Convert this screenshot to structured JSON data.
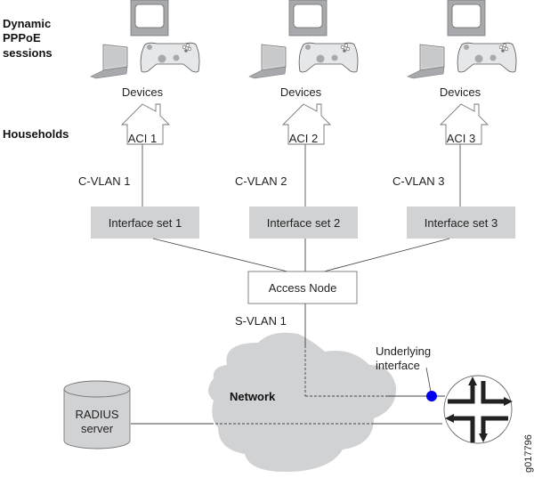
{
  "row_labels": {
    "sessions_line1": "Dynamic",
    "sessions_line2": "PPPoE",
    "sessions_line3": "sessions",
    "households": "Households"
  },
  "households": [
    {
      "devices_label": "Devices",
      "aci_label": "ACI 1",
      "cvlan_label": "C-VLAN 1",
      "interface_set_label": "Interface set 1"
    },
    {
      "devices_label": "Devices",
      "aci_label": "ACI 2",
      "cvlan_label": "C-VLAN 2",
      "interface_set_label": "Interface set 2"
    },
    {
      "devices_label": "Devices",
      "aci_label": "ACI 3",
      "cvlan_label": "C-VLAN 3",
      "interface_set_label": "Interface set 3"
    }
  ],
  "access_node": {
    "label": "Access Node",
    "svlan_label": "S-VLAN 1"
  },
  "network": {
    "label": "Network"
  },
  "radius": {
    "line1": "RADIUS",
    "line2": "server"
  },
  "router": {
    "underlying_line1": "Underlying",
    "underlying_line2": "interface"
  },
  "figure_id": "g017796",
  "colors": {
    "gray_fill": "#d1d2d4",
    "device_gray": "#a7a9ac",
    "interface_dot": "#0000ee",
    "line": "#555555"
  }
}
